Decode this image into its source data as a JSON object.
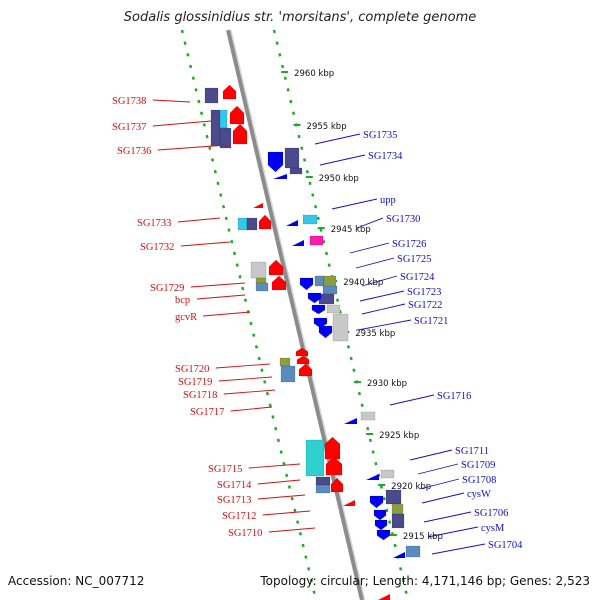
{
  "title": "Sodalis glossinidius str. 'morsitans', complete genome",
  "accession": "Accession: NC_007712",
  "summary": "Topology: circular; Length: 4,171,146 bp; Genes: 2,523",
  "kbp_ticks": [
    "2960 kbp",
    "2955 kbp",
    "2950 kbp",
    "2945 kbp",
    "2940 kbp",
    "2935 kbp",
    "2930 kbp",
    "2925 kbp",
    "2920 kbp",
    "2915 kbp"
  ],
  "left_genes": [
    "SG1738",
    "SG1737",
    "SG1736",
    "SG1733",
    "SG1732",
    "SG1729",
    "bcp",
    "gcvR",
    "SG1720",
    "SG1719",
    "SG1718",
    "SG1717",
    "SG1715",
    "SG1714",
    "SG1713",
    "SG1712",
    "SG1710"
  ],
  "right_genes": [
    "SG1735",
    "SG1734",
    "upp",
    "SG1730",
    "SG1726",
    "SG1725",
    "SG1724",
    "SG1723",
    "SG1722",
    "SG1721",
    "SG1716",
    "SG1711",
    "SG1709",
    "SG1708",
    "cysW",
    "SG1706",
    "cysM",
    "SG1704"
  ],
  "colors": {
    "forward_strand": "#ff0000",
    "reverse_strand": "#0000ee",
    "backbone": "#8c8c8c",
    "tick": "#22aa22",
    "navy": "#4a4a8c",
    "cyan": "#33c8e8",
    "teal": "#30d0d0",
    "gray": "#c8c8c8",
    "olive": "#8aa040",
    "steel": "#5a8ac0",
    "magenta": "#ff1aa8"
  }
}
